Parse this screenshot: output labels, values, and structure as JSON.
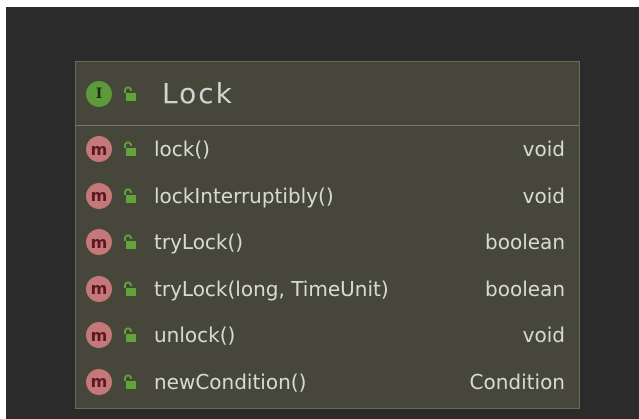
{
  "interface": {
    "badge_letter": "I",
    "name": "Lock",
    "badge_color": "#5c9a3b",
    "lock_color": "#61a43a"
  },
  "methods": [
    {
      "badge": "m",
      "name": "lock()",
      "return_type": "void"
    },
    {
      "badge": "m",
      "name": "lockInterruptibly()",
      "return_type": "void"
    },
    {
      "badge": "m",
      "name": "tryLock()",
      "return_type": "boolean"
    },
    {
      "badge": "m",
      "name": "tryLock(long, TimeUnit)",
      "return_type": "boolean"
    },
    {
      "badge": "m",
      "name": "unlock()",
      "return_type": "void"
    },
    {
      "badge": "m",
      "name": "newCondition()",
      "return_type": "Condition"
    }
  ],
  "colors": {
    "background": "#2b2b2b",
    "card": "#46463b",
    "method_badge": "#c4787a",
    "text": "#d7d9d4"
  },
  "icons": {
    "interface": "interface-icon",
    "visibility": "public-lock-icon",
    "method": "method-icon"
  }
}
